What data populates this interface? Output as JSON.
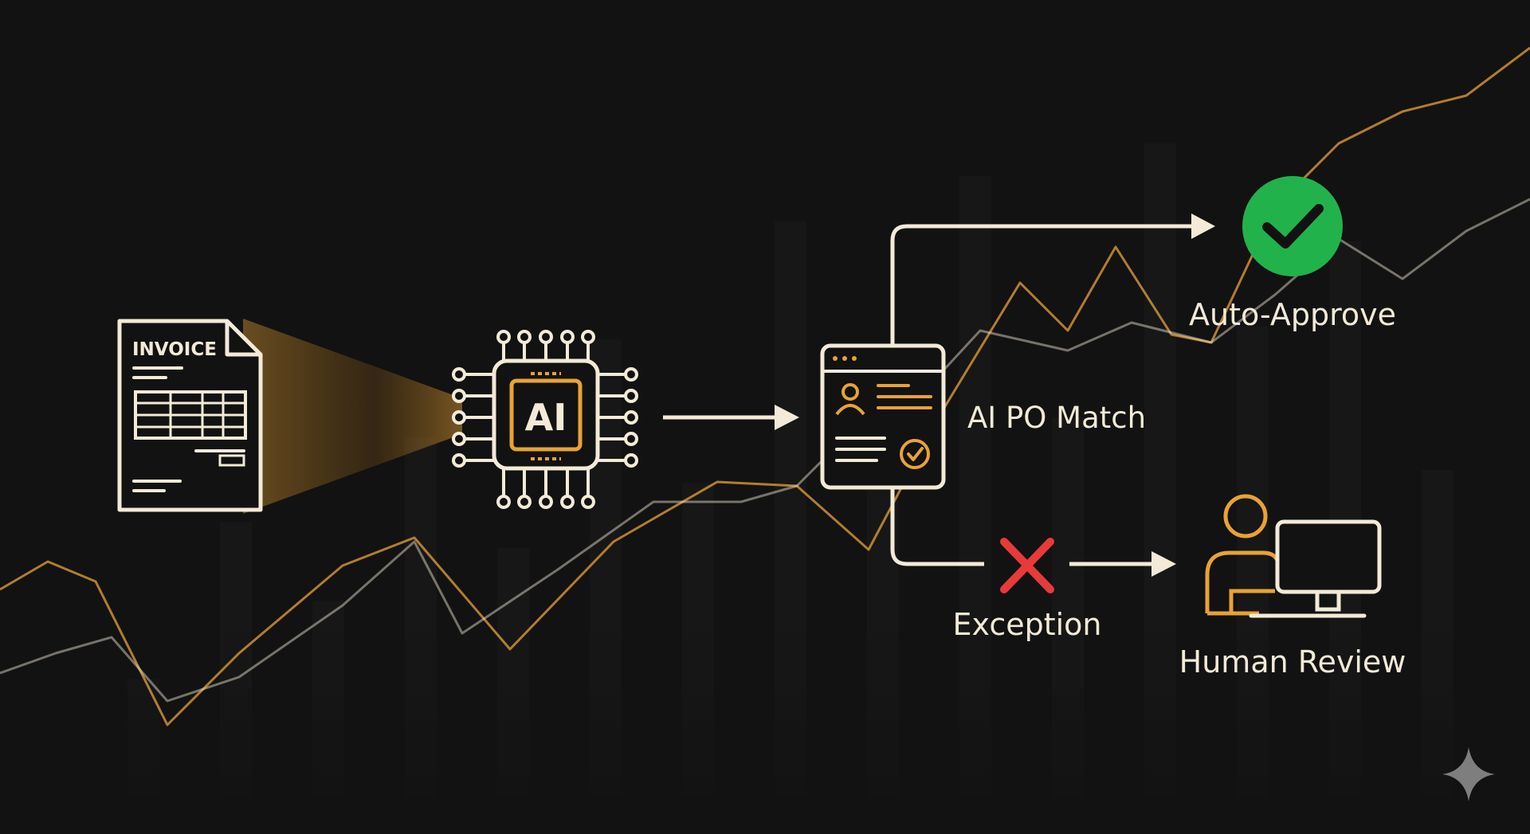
{
  "flow": {
    "invoice_label": "INVOICE",
    "ai_label": "AI",
    "match_label": "AI PO Match",
    "approve_label": "Auto-Approve",
    "exception_label": "Exception",
    "review_label": "Human Review"
  },
  "background_bars": [
    0.18,
    0.42,
    0.3,
    0.55,
    0.38,
    0.7,
    0.48,
    0.88,
    0.62,
    0.95,
    0.58,
    1.0,
    0.72,
    0.85,
    0.5
  ],
  "colors": {
    "background": "#121212",
    "line_light": "#f3ead7",
    "accent_gold": "#e8a235",
    "approve_green": "#22b24c",
    "exception_red": "#e83a3a",
    "bar": "#1b1b1b"
  },
  "icons": {
    "invoice": "document-table-icon",
    "ai": "ai-chip-icon",
    "match": "po-match-window-icon",
    "approve": "check-circle-icon",
    "exception": "x-mark-icon",
    "review": "person-at-computer-icon",
    "corner": "sparkle-icon"
  }
}
